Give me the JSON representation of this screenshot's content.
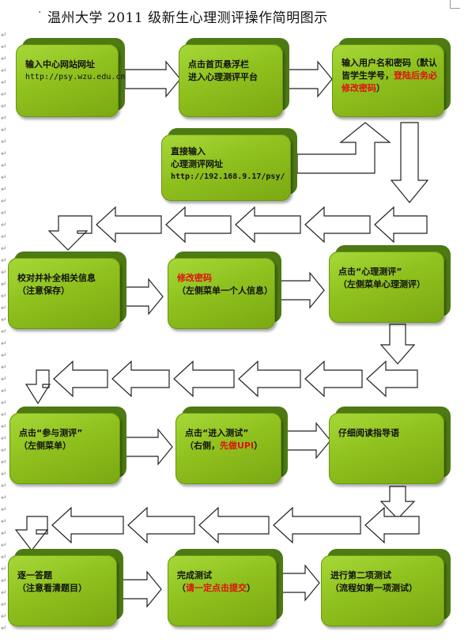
{
  "title": "温州大学 2011 级新生心理测评操作简明图示",
  "boxes": {
    "b1": {
      "line1": "输入中心网站网址",
      "url": "http://psy.wzu.edu.cn"
    },
    "b2": {
      "line1": "点击首页悬浮栏",
      "line2": "进入心理测评平台"
    },
    "b3": {
      "text_a": "输入用户名和密码（默认皆学生学号，",
      "text_red": "登陆后务必修改密码",
      "text_b": "）"
    },
    "b4": {
      "line1": "直接输入",
      "line2": "心理测评网址",
      "url": "http://192.168.9.17/psy/"
    },
    "b5": {
      "line1": "校对并补全相关信息",
      "line2": "（注意保存）"
    },
    "b6": {
      "line_red": "修改密码",
      "line2": "（左侧菜单一个人信息）"
    },
    "b7": {
      "line1": "点击“心理测评”",
      "line2": "（左侧菜单心理测评）"
    },
    "b8": {
      "line1": "点击“参与测评”",
      "line2": "（左侧菜单）"
    },
    "b9": {
      "line1": "点击“进入测试”",
      "line2a": "（右侧，",
      "line2red": "先做UPI",
      "line2b": "）"
    },
    "b10": {
      "line1": "仔细阅读指导语"
    },
    "b11": {
      "line1": "逐一答题",
      "line2": "（注意看清题目）"
    },
    "b12": {
      "line1": "完成测试",
      "line2a": "（",
      "line2red": "请一定点击提交",
      "line2b": "）"
    },
    "b13": {
      "line1": "进行第二项测试",
      "line2": "（流程如第一项测试）"
    }
  },
  "colors": {
    "box": "#8fc11e",
    "box_shadow": "#4d7a12",
    "highlight": "#e01010"
  }
}
